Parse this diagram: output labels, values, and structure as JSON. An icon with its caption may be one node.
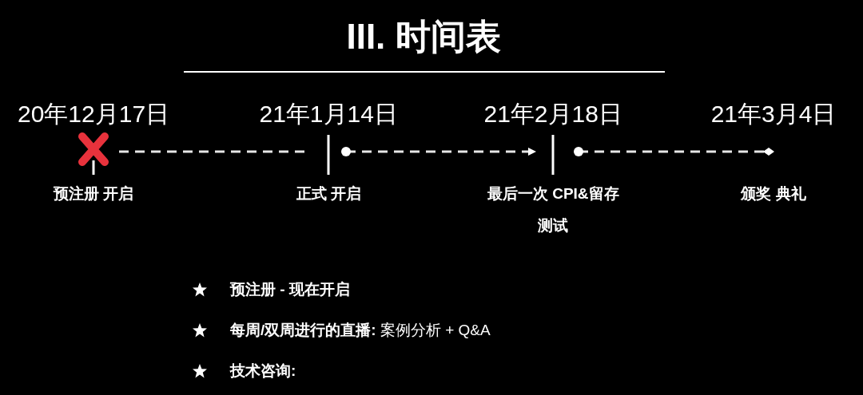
{
  "diagram": {
    "title": "III. 时间表",
    "nodes": [
      {
        "text": [
          "20年12月17日",
          "预注册 开启"
        ]
      },
      {
        "text": [
          "21年1月14日",
          "正式 开启"
        ]
      },
      {
        "text": [
          "21年2月18日",
          "最后一次 CPI&留存测试"
        ]
      },
      {
        "text": [
          "21年3月4日",
          "颁奖 典礼"
        ]
      }
    ],
    "edges": [
      {
        "from": 0,
        "to": 1,
        "arrow": "none",
        "style": "dashed"
      },
      {
        "from": 1,
        "to": 2,
        "arrow": "to",
        "style": "dashed"
      },
      {
        "from": 2,
        "to": 3,
        "arrow": "other",
        "style": "dashed"
      }
    ],
    "labels": [
      "预注册 - 现在开启",
      "**每周/双周进行的直播:** 案例分析 + Q&A",
      "技术咨询:"
    ]
  }
}
